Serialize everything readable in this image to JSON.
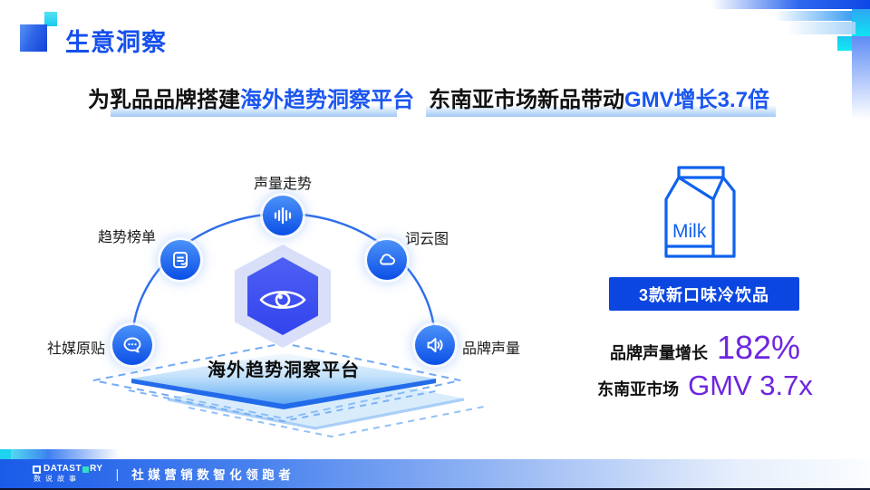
{
  "header": {
    "title": "生意洞察"
  },
  "headlines": {
    "left": {
      "prefix": "为乳品品牌搭建",
      "highlight": "海外趋势洞察平台"
    },
    "right": {
      "prefix": "东南亚市场新品带动",
      "highlight": "GMV增长3.7倍"
    }
  },
  "diagram": {
    "platform_label": "海外趋势洞察平台",
    "nodes": [
      {
        "id": "volume-trend",
        "label": "声量走势",
        "icon": "waveform-icon"
      },
      {
        "id": "trend-ranking",
        "label": "趋势榜单",
        "icon": "doc-list-icon"
      },
      {
        "id": "word-cloud",
        "label": "词云图",
        "icon": "cloud-icon"
      },
      {
        "id": "social-posts",
        "label": "社媒原贴",
        "icon": "chat-bubble-icon"
      },
      {
        "id": "brand-volume",
        "label": "品牌声量",
        "icon": "speaker-icon"
      }
    ]
  },
  "right_panel": {
    "milk_label": "Milk",
    "badge": "3款新口味冷饮品",
    "stats": [
      {
        "label": "品牌声量增长",
        "value": "182%"
      },
      {
        "label": "东南亚市场",
        "value": "GMV 3.7x"
      }
    ]
  },
  "footer": {
    "logo_part1": "DATAST",
    "logo_part2": "RY",
    "logo_sub": "数说故事",
    "divider": "|",
    "tagline": "社媒营销数智化领跑者"
  },
  "colors": {
    "primary_blue": "#1550EC",
    "headline_blue": "#1A56F0",
    "stat_purple": "#6E26DF",
    "badge_blue": "#0B46E0",
    "cyan": "#17DCF0"
  }
}
